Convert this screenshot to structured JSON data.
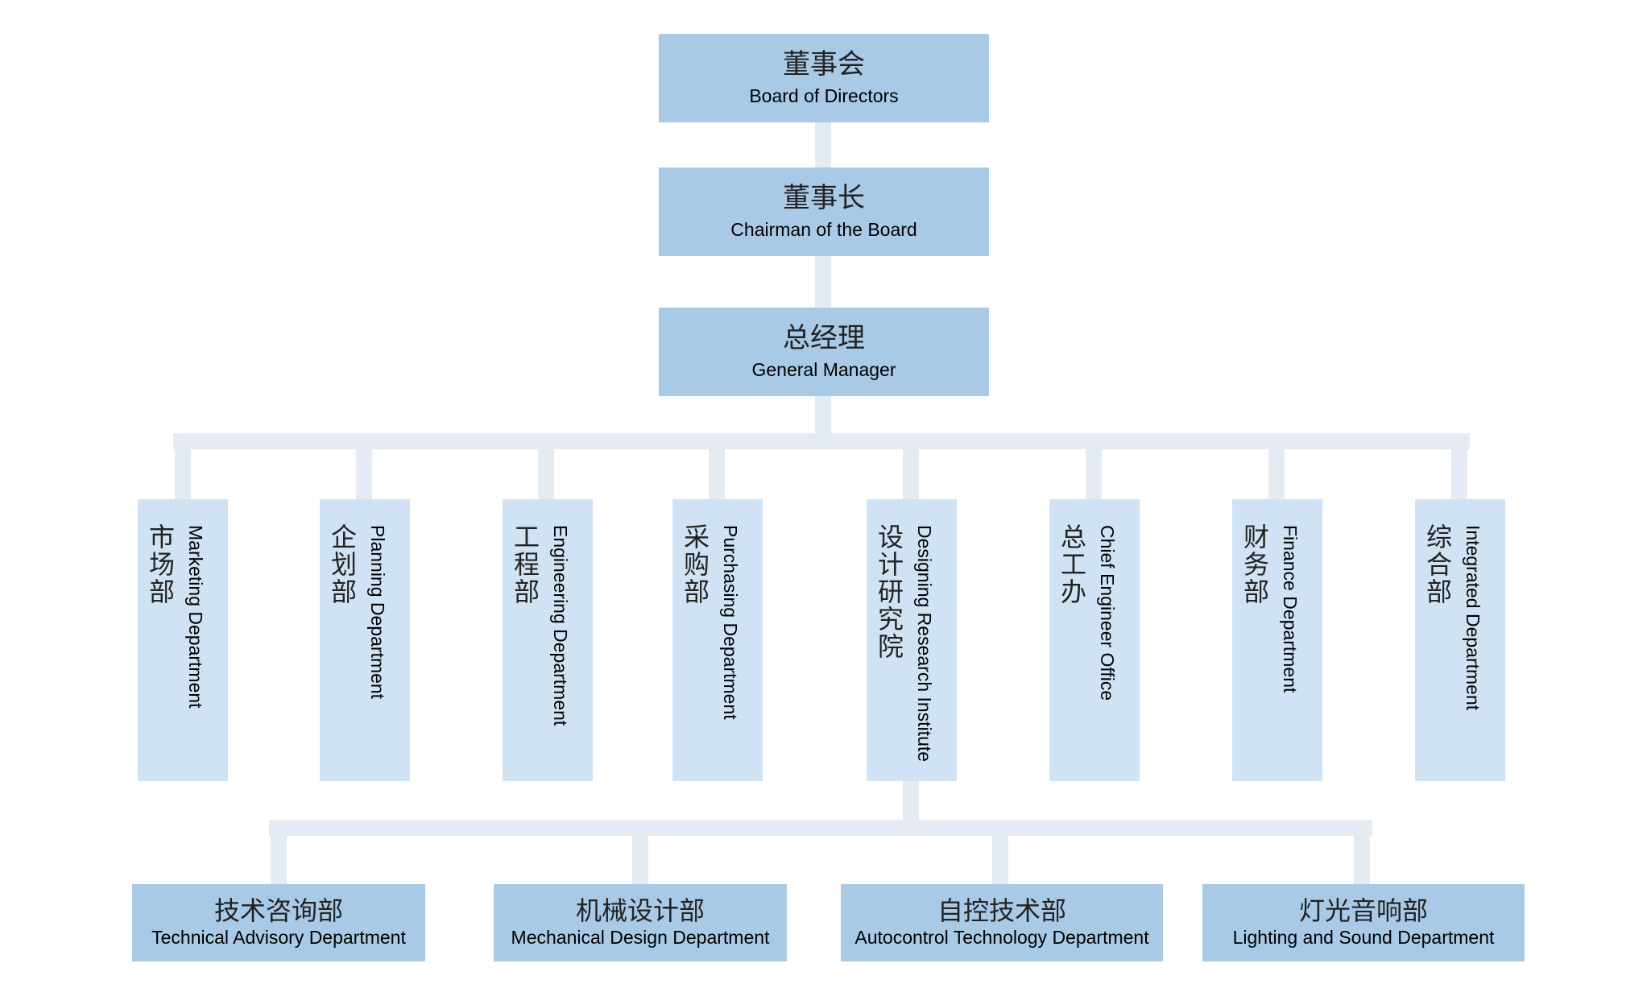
{
  "top": {
    "board": {
      "cn": "董事会",
      "en": "Board of Directors"
    },
    "chairman": {
      "cn": "董事长",
      "en": "Chairman of the Board"
    },
    "gm": {
      "cn": "总经理",
      "en": "General Manager"
    }
  },
  "departments": [
    {
      "cn": "市场部",
      "en": "Marketing Department"
    },
    {
      "cn": "企划部",
      "en": "Planning Department"
    },
    {
      "cn": "工程部",
      "en": "Engineering Department"
    },
    {
      "cn": "采购部",
      "en": "Purchasing Department"
    },
    {
      "cn": "设计研究院",
      "en": "Designing Research Institute"
    },
    {
      "cn": "总工办",
      "en": "Chief Engineer Office"
    },
    {
      "cn": "财务部",
      "en": "Finance Department"
    },
    {
      "cn": "综合部",
      "en": "Integrated Department"
    }
  ],
  "sub_departments": [
    {
      "cn": "技术咨询部",
      "en": "Technical Advisory Department"
    },
    {
      "cn": "机械设计部",
      "en": "Mechanical Design Department"
    },
    {
      "cn": "自控技术部",
      "en": "Autocontrol Technology Department"
    },
    {
      "cn": "灯光音响部",
      "en": "Lighting and Sound Department"
    }
  ],
  "colors": {
    "box_fill": "#a9cae6",
    "dept_fill": "#cfe3f4",
    "connector": "#e4ebf2"
  }
}
